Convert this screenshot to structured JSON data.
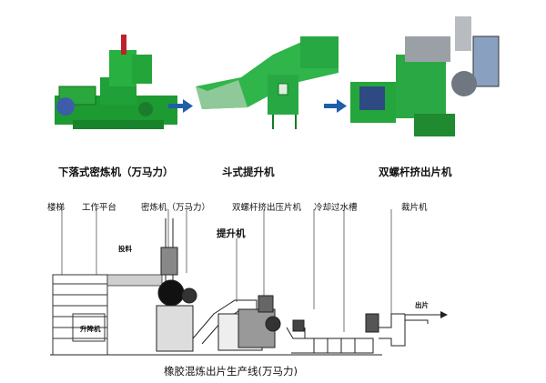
{
  "photos": {
    "mixer_label": "下落式密炼机（万马力）",
    "elevator_label": "斗式提升机",
    "extruder_label": "双螺杆挤出片机"
  },
  "schematic": {
    "callouts": {
      "stairs": "楼梯",
      "work_platform": "工作平台",
      "mixer": "密炼机（万马力）",
      "extruder": "双螺杆挤出压片机",
      "cooling_tank": "冷却过水槽",
      "cutter": "裁片机"
    },
    "feed": "投料",
    "elevator": "提升机",
    "lift": "升降机",
    "sheet_out": "出片",
    "caption": "橡胶混炼出片生产线(万马力)"
  },
  "colors": {
    "machine_green": "#22a63a",
    "arrow_blue": "#1f5fa8",
    "line_gray": "#555555"
  }
}
